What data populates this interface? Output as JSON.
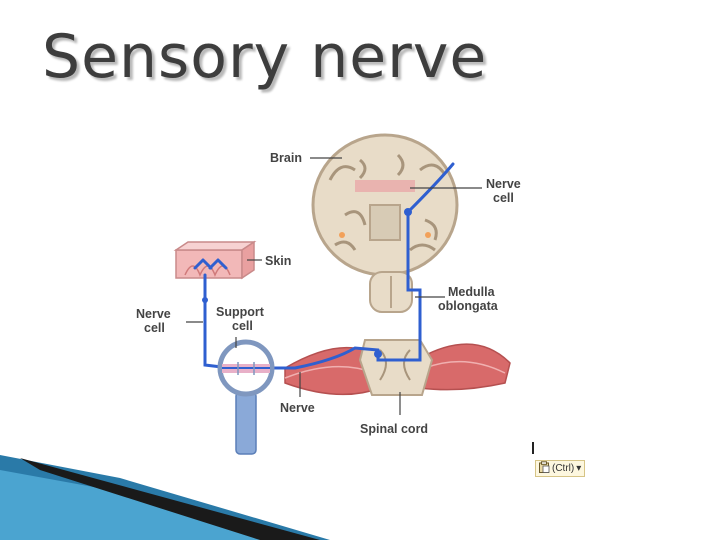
{
  "title": "Sensory nerve",
  "labels": {
    "brain": "Brain",
    "nerve_cell_right": [
      "Nerve",
      "cell"
    ],
    "skin": "Skin",
    "medulla": [
      "Medulla",
      "oblongata"
    ],
    "nerve_cell_left": [
      "Nerve",
      "cell"
    ],
    "support_cell": [
      "Support",
      "cell"
    ],
    "nerve": "Nerve",
    "spinal_cord": "Spinal cord"
  },
  "paste_options": {
    "label": "(Ctrl)",
    "icon": "clipboard-icon"
  },
  "colors": {
    "nerve_path": "#2f5fd0",
    "brain_tissue": "#e8dcc8",
    "brain_outline": "#b8a58c",
    "muscle": "#d86a6a",
    "skin": "#f2b8b8"
  }
}
